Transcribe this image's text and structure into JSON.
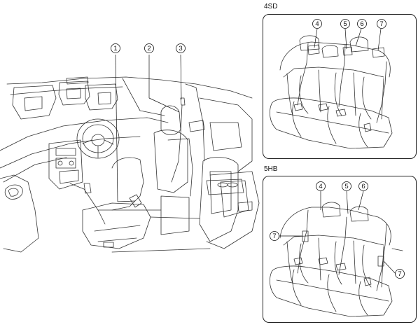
{
  "panels": {
    "top": {
      "label": "4SD"
    },
    "bottom": {
      "label": "5HB"
    }
  },
  "callouts": {
    "c1": "1",
    "c2": "2",
    "c3": "3",
    "c4": "4",
    "c5": "5",
    "c6": "6",
    "c7": "7"
  },
  "colors": {
    "stroke": "#222222",
    "background": "#ffffff"
  }
}
